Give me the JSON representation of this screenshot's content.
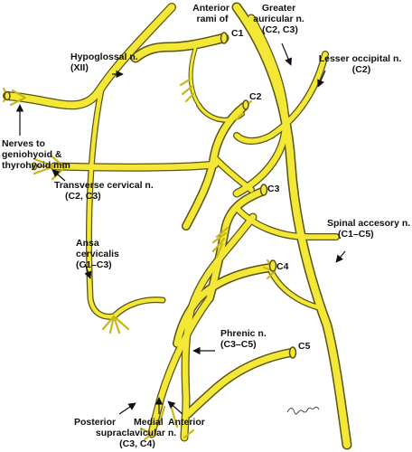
{
  "colors": {
    "nerve_fill": "#f4e836",
    "nerve_outline": "#5a5210",
    "label_text": "#111111",
    "background": "#ffffff"
  },
  "labels": {
    "anterior_rami": [
      "Anterior",
      "rami of"
    ],
    "c1": "C1",
    "c2": "C2",
    "c3": "C3",
    "c4": "C4",
    "c5": "C5",
    "greater_auricular": [
      "Greater",
      "auricular n.",
      "(C2, C3)"
    ],
    "lesser_occipital": [
      "Lesser occipital n.",
      "(C2)"
    ],
    "hypoglossal": [
      "Hypoglossal n.",
      "(XII)"
    ],
    "nerves_to_geniohyoid": [
      "Nerves to",
      "geniohyoid &",
      "thyrohyoid mm"
    ],
    "transverse_cervical": [
      "Transverse cervical n.",
      "(C2, C3)"
    ],
    "spinal_accessory": [
      "Spinal accesory n.",
      "(C1–C5)"
    ],
    "ansa_cervicalis": [
      "Ansa",
      "cervicalis",
      "(C1–C3)"
    ],
    "phrenic": [
      "Phrenic n.",
      "(C3–C5)"
    ],
    "posterior": "Posterior",
    "medial": "Medial",
    "anterior": "Anterior",
    "supraclavicular": [
      "supraclavicular n.",
      "(C3, C4)"
    ]
  }
}
